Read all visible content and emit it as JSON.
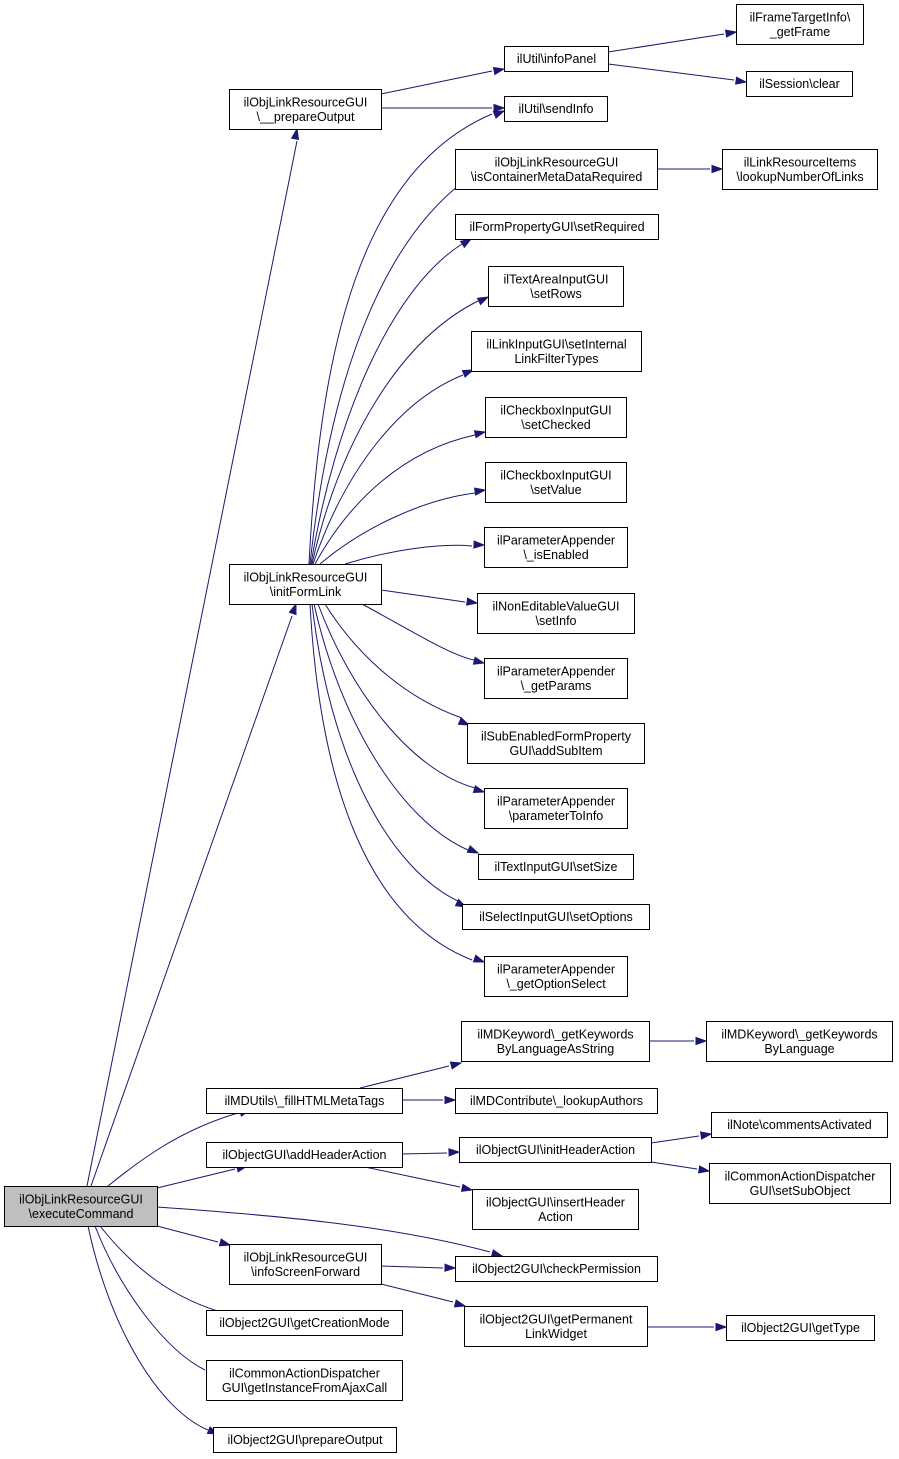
{
  "nodes": [
    {
      "id": "root",
      "lines": [
        "ilObjLinkResourceGUI",
        "\\executeCommand"
      ],
      "root": true
    },
    {
      "id": "prepOut",
      "lines": [
        "ilObjLinkResourceGUI",
        "\\__prepareOutput"
      ]
    },
    {
      "id": "infoPanel",
      "lines": [
        "ilUtil\\infoPanel"
      ]
    },
    {
      "id": "getFrame",
      "lines": [
        "ilFrameTargetInfo\\",
        "_getFrame"
      ]
    },
    {
      "id": "sessClear",
      "lines": [
        "ilSession\\clear"
      ]
    },
    {
      "id": "sendInfo",
      "lines": [
        "ilUtil\\sendInfo"
      ]
    },
    {
      "id": "isCont",
      "lines": [
        "ilObjLinkResourceGUI",
        "\\isContainerMetaDataRequired"
      ]
    },
    {
      "id": "lookupLinks",
      "lines": [
        "ilLinkResourceItems",
        "\\lookupNumberOfLinks"
      ]
    },
    {
      "id": "setReq",
      "lines": [
        "ilFormPropertyGUI\\setRequired"
      ]
    },
    {
      "id": "setRows",
      "lines": [
        "ilTextAreaInputGUI",
        "\\setRows"
      ]
    },
    {
      "id": "setInt",
      "lines": [
        "ilLinkInputGUI\\setInternal",
        "LinkFilterTypes"
      ]
    },
    {
      "id": "setChecked",
      "lines": [
        "ilCheckboxInputGUI",
        "\\setChecked"
      ]
    },
    {
      "id": "setValue",
      "lines": [
        "ilCheckboxInputGUI",
        "\\setValue"
      ]
    },
    {
      "id": "isEnabled",
      "lines": [
        "ilParameterAppender",
        "\\_isEnabled"
      ]
    },
    {
      "id": "initForm",
      "lines": [
        "ilObjLinkResourceGUI",
        "\\initFormLink"
      ]
    },
    {
      "id": "nonEdit",
      "lines": [
        "ilNonEditableValueGUI",
        "\\setInfo"
      ]
    },
    {
      "id": "getParams",
      "lines": [
        "ilParameterAppender",
        "\\_getParams"
      ]
    },
    {
      "id": "addSub",
      "lines": [
        "ilSubEnabledFormProperty",
        "GUI\\addSubItem"
      ]
    },
    {
      "id": "paramInfo",
      "lines": [
        "ilParameterAppender",
        "\\parameterToInfo"
      ]
    },
    {
      "id": "setSize",
      "lines": [
        "ilTextInputGUI\\setSize"
      ]
    },
    {
      "id": "setOpts",
      "lines": [
        "ilSelectInputGUI\\setOptions"
      ]
    },
    {
      "id": "getOptSel",
      "lines": [
        "ilParameterAppender",
        "\\_getOptionSelect"
      ]
    },
    {
      "id": "kwStr",
      "lines": [
        "ilMDKeyword\\_getKeywords",
        "ByLanguageAsString"
      ]
    },
    {
      "id": "kwLang",
      "lines": [
        "ilMDKeyword\\_getKeywords",
        "ByLanguage"
      ]
    },
    {
      "id": "fillMeta",
      "lines": [
        "ilMDUtils\\_fillHTMLMetaTags"
      ]
    },
    {
      "id": "lookupAuth",
      "lines": [
        "ilMDContribute\\_lookupAuthors"
      ]
    },
    {
      "id": "addHeader",
      "lines": [
        "ilObjectGUI\\addHeaderAction"
      ]
    },
    {
      "id": "initHeader",
      "lines": [
        "ilObjectGUI\\initHeaderAction"
      ]
    },
    {
      "id": "comments",
      "lines": [
        "ilNote\\commentsActivated"
      ]
    },
    {
      "id": "setSubObj",
      "lines": [
        "ilCommonActionDispatcher",
        "GUI\\setSubObject"
      ]
    },
    {
      "id": "insHeader",
      "lines": [
        "ilObjectGUI\\insertHeader",
        "Action"
      ]
    },
    {
      "id": "infoFwd",
      "lines": [
        "ilObjLinkResourceGUI",
        "\\infoScreenForward"
      ]
    },
    {
      "id": "checkPerm",
      "lines": [
        "ilObject2GUI\\checkPermission"
      ]
    },
    {
      "id": "permLink",
      "lines": [
        "ilObject2GUI\\getPermanent",
        "LinkWidget"
      ]
    },
    {
      "id": "getType",
      "lines": [
        "ilObject2GUI\\getType"
      ]
    },
    {
      "id": "creation",
      "lines": [
        "ilObject2GUI\\getCreationMode"
      ]
    },
    {
      "id": "ajax",
      "lines": [
        "ilCommonActionDispatcher",
        "GUI\\getInstanceFromAjaxCall"
      ]
    },
    {
      "id": "prepOut2",
      "lines": [
        "ilObject2GUI\\prepareOutput"
      ]
    }
  ],
  "edges": [
    {
      "from": "root",
      "to": "prepOut"
    },
    {
      "from": "root",
      "to": "initForm"
    },
    {
      "from": "root",
      "to": "fillMeta"
    },
    {
      "from": "root",
      "to": "addHeader"
    },
    {
      "from": "root",
      "to": "checkPerm"
    },
    {
      "from": "root",
      "to": "infoFwd"
    },
    {
      "from": "root",
      "to": "creation"
    },
    {
      "from": "root",
      "to": "ajax"
    },
    {
      "from": "root",
      "to": "prepOut2"
    },
    {
      "from": "prepOut",
      "to": "infoPanel"
    },
    {
      "from": "prepOut",
      "to": "sendInfo"
    },
    {
      "from": "infoPanel",
      "to": "getFrame"
    },
    {
      "from": "infoPanel",
      "to": "sessClear"
    },
    {
      "from": "initForm",
      "to": "sendInfo"
    },
    {
      "from": "initForm",
      "to": "isCont"
    },
    {
      "from": "initForm",
      "to": "setReq"
    },
    {
      "from": "initForm",
      "to": "setRows"
    },
    {
      "from": "initForm",
      "to": "setInt"
    },
    {
      "from": "initForm",
      "to": "setChecked"
    },
    {
      "from": "initForm",
      "to": "setValue"
    },
    {
      "from": "initForm",
      "to": "isEnabled"
    },
    {
      "from": "initForm",
      "to": "nonEdit"
    },
    {
      "from": "initForm",
      "to": "getParams"
    },
    {
      "from": "initForm",
      "to": "addSub"
    },
    {
      "from": "initForm",
      "to": "paramInfo"
    },
    {
      "from": "initForm",
      "to": "setSize"
    },
    {
      "from": "initForm",
      "to": "setOpts"
    },
    {
      "from": "initForm",
      "to": "getOptSel"
    },
    {
      "from": "isCont",
      "to": "lookupLinks"
    },
    {
      "from": "fillMeta",
      "to": "kwStr"
    },
    {
      "from": "fillMeta",
      "to": "lookupAuth"
    },
    {
      "from": "kwStr",
      "to": "kwLang"
    },
    {
      "from": "addHeader",
      "to": "initHeader"
    },
    {
      "from": "addHeader",
      "to": "insHeader"
    },
    {
      "from": "initHeader",
      "to": "comments"
    },
    {
      "from": "initHeader",
      "to": "setSubObj"
    },
    {
      "from": "infoFwd",
      "to": "checkPerm"
    },
    {
      "from": "infoFwd",
      "to": "permLink"
    },
    {
      "from": "permLink",
      "to": "getType"
    }
  ]
}
